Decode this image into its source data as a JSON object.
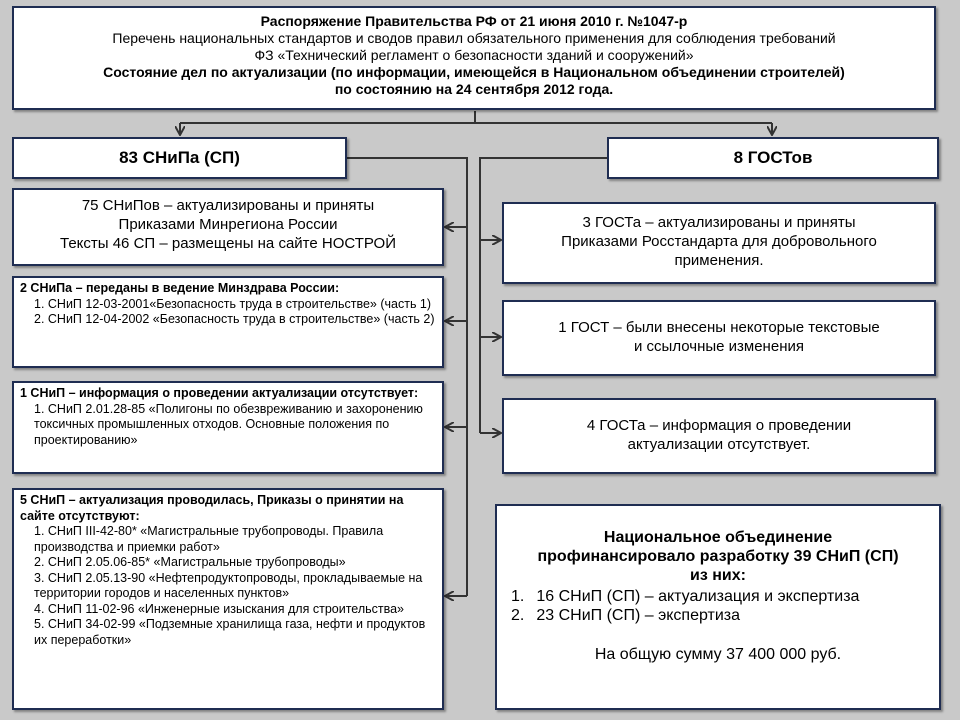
{
  "header": {
    "line1": "Распоряжение Правительства РФ от 21 июня 2010 г. №1047-р",
    "line2": "Перечень национальных стандартов и сводов правил обязательного применения для соблюдения требований",
    "line3": "ФЗ «Технический регламент о безопасности зданий и сооружений»",
    "line4": "Состояние дел по актуализации (по информации, имеющейся в Национальном объединении строителей)",
    "line5": "по состоянию на 24 сентября 2012 года."
  },
  "left_head": "83 СНиПа (СП)",
  "right_head": "8 ГОСТов",
  "snip_boxes": {
    "b1": {
      "l1": "75 СНиПов – актуализированы и приняты",
      "l2": "Приказами Минрегиона России",
      "l3": "Тексты 46 СП – размещены на сайте НОСТРОЙ"
    },
    "b2": {
      "title": "2 СНиПа – переданы в ведение Минздрава России:",
      "items": [
        "1. СНиП 12-03-2001«Безопасность труда в строительстве» (часть 1)",
        "2. СНиП 12-04-2002 «Безопасность труда в строительстве» (часть 2)"
      ]
    },
    "b3": {
      "title": "1 СНиП – информация о проведении актуализации отсутствует:",
      "items": [
        "1. СНиП 2.01.28-85 «Полигоны по обезвреживанию и захоронению токсичных промышленных отходов. Основные положения по проектированию»"
      ]
    },
    "b4": {
      "title": "5 СНиП – актуализация проводилась, Приказы о принятии на сайте отсутствуют:",
      "items": [
        "1. СНиП III-42-80* «Магистральные трубопроводы. Правила производства и приемки работ»",
        "2. СНиП 2.05.06-85* «Магистральные трубопроводы»",
        "3. СНиП 2.05.13-90 «Нефтепродуктопроводы, прокладываемые на территории городов и населенных пунктов»",
        "4. СНиП 11-02-96 «Инженерные изыскания для строительства»",
        "5. СНиП 34-02-99 «Подземные хранилища газа, нефти и продуктов их переработки»"
      ]
    }
  },
  "gost_boxes": {
    "g1": {
      "l1": "3 ГОСТа – актуализированы и приняты",
      "l2": "Приказами Росстандарта для добровольного",
      "l3": "применения."
    },
    "g2": {
      "l1": "1 ГОСТ – были внесены некоторые текстовые",
      "l2": "и ссылочные изменения"
    },
    "g3": {
      "l1": "4 ГОСТа – информация о проведении",
      "l2": "актуализации отсутствует."
    }
  },
  "finance": {
    "l1": "Национальное объединение",
    "l2": "профинансировало разработку 39 СНиП (СП)",
    "l3": "из них:",
    "items": [
      {
        "n": "1.",
        "t": "16 СНиП (СП) – актуализация и экспертиза"
      },
      {
        "n": "2.",
        "t": "23 СНиП (СП) – экспертиза"
      }
    ],
    "total": "На общую сумму 37 400 000 руб."
  },
  "colors": {
    "border": "#1f2d52",
    "background": "#c9c9c9",
    "line": "#333333"
  }
}
